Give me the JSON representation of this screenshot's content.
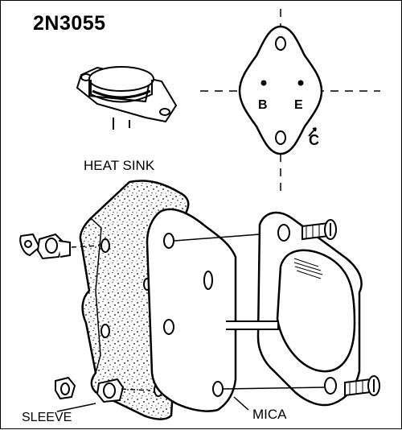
{
  "labels": {
    "title": "2N3055",
    "heat_sink": "HEAT SINK",
    "sleeve": "SLEEVE",
    "mica": "MICA",
    "pin_b": "B",
    "pin_e": "E",
    "pin_c": "C"
  }
}
